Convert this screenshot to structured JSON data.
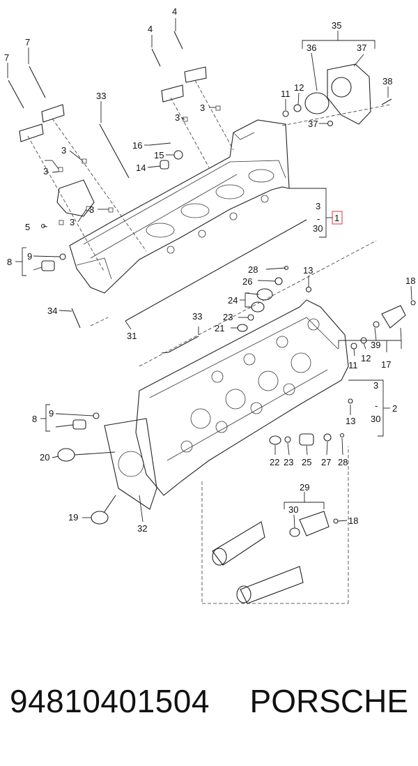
{
  "diagram": {
    "callouts": [
      "1",
      "2",
      "3",
      "4",
      "5",
      "7",
      "8",
      "9",
      "11",
      "12",
      "13",
      "14",
      "15",
      "16",
      "17",
      "18",
      "19",
      "20",
      "21",
      "22",
      "23",
      "24",
      "25",
      "26",
      "27",
      "28",
      "29",
      "30",
      "31",
      "32",
      "33",
      "34",
      "35",
      "36",
      "37",
      "38",
      "39"
    ],
    "range_upper": {
      "from": "3",
      "sep": "-",
      "to": "30",
      "ref": "1"
    },
    "range_lower": {
      "from": "3",
      "sep": "-",
      "to": "30",
      "ref": "2"
    }
  },
  "footer": {
    "part_number": "94810401504",
    "brand": "PORSCHE"
  }
}
